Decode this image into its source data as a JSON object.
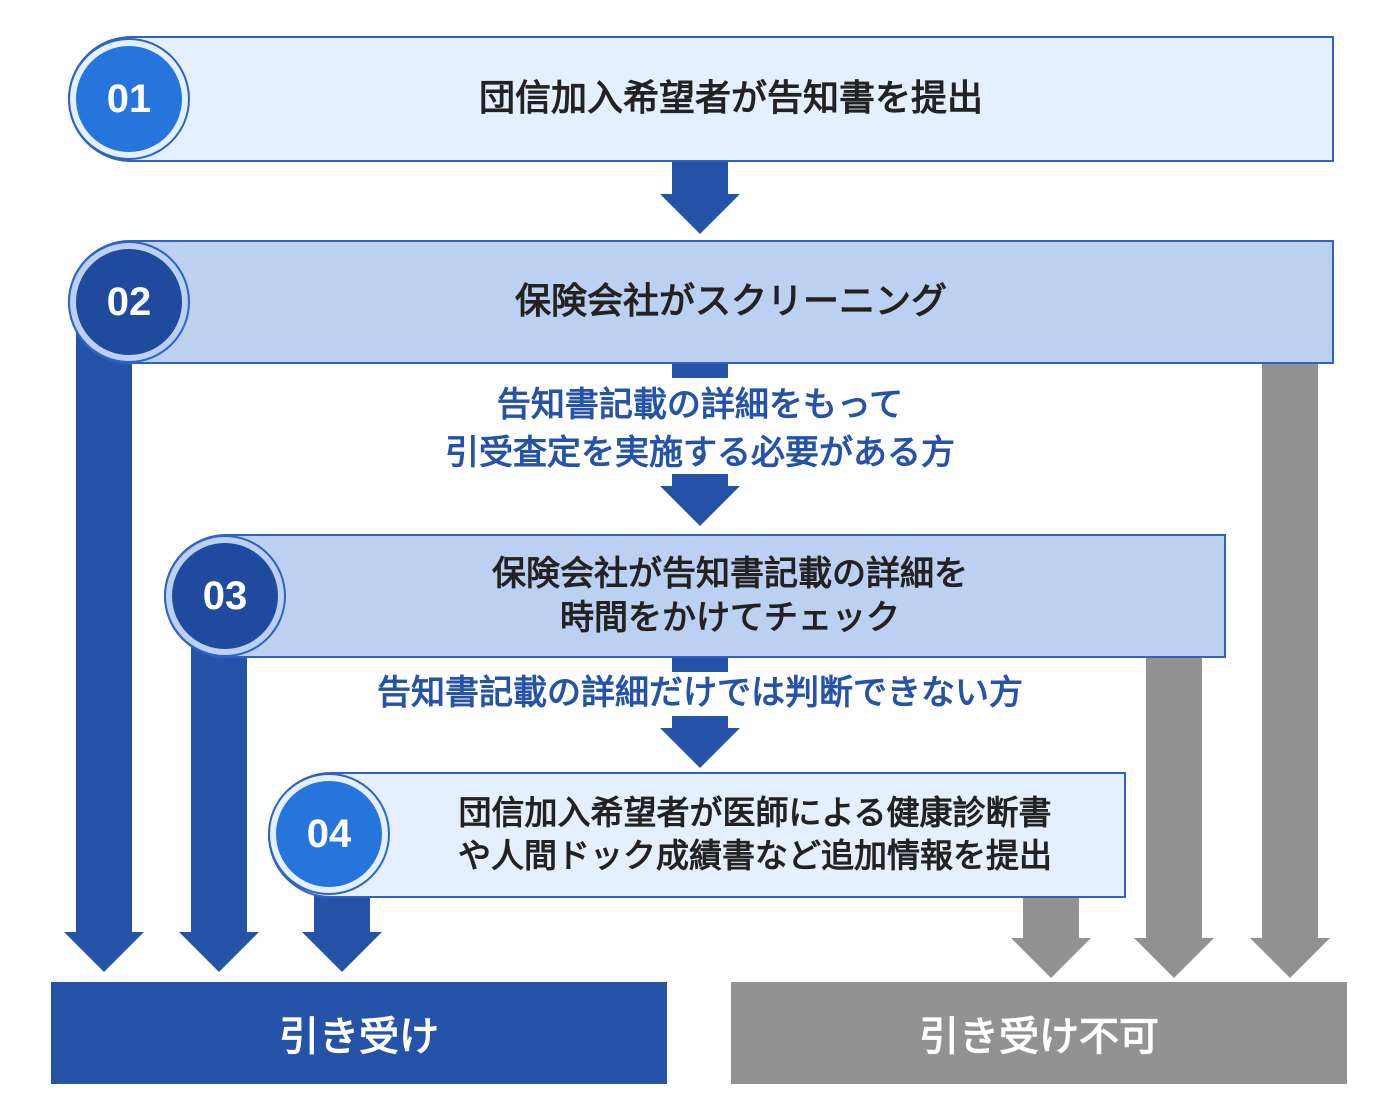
{
  "steps": [
    {
      "number": "01",
      "text": "団信加入希望者が告知書を提出"
    },
    {
      "number": "02",
      "text": "保険会社がスクリーニング"
    },
    {
      "number": "03",
      "line1": "保険会社が告知書記載の詳細を",
      "line2": "時間をかけてチェック"
    },
    {
      "number": "04",
      "line1": "団信加入希望者が医師による健康診断書",
      "line2": "や人間ドック成績書など追加情報を提出"
    }
  ],
  "conditions": {
    "after_02_line1": "告知書記載の詳細をもって",
    "after_02_line2": "引受査定を実施する必要がある方",
    "after_03": "告知書記載の詳細だけでは判断できない方"
  },
  "results": {
    "accept": "引き受け",
    "reject": "引き受け不可"
  },
  "colors": {
    "accept": "#2553a8",
    "reject": "#929292",
    "box_light": "#e4f0fe",
    "box_mid": "#bcd0f1",
    "border": "#2e63c4"
  }
}
